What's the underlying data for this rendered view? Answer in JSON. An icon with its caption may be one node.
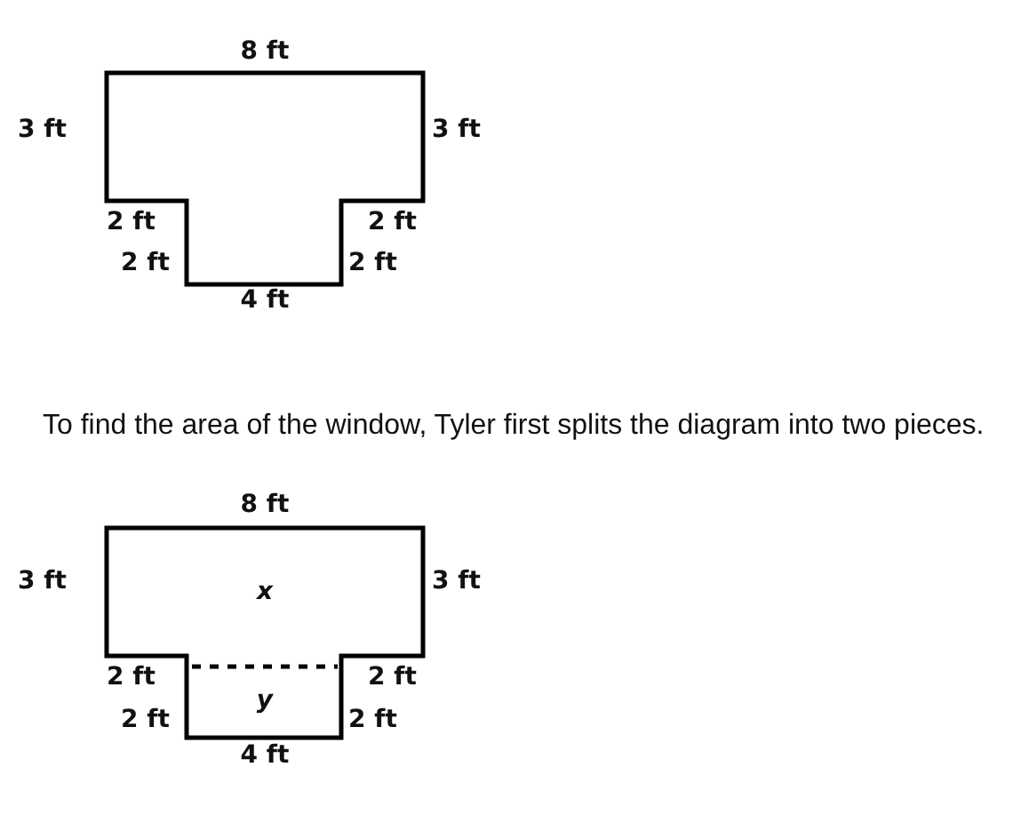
{
  "diagram": {
    "labels": [
      "8 ft",
      "3 ft",
      "3 ft",
      "2 ft",
      "2 ft",
      "2 ft",
      "2 ft",
      "4 ft",
      "To find the area of the window, Tyler first splits the diagram into two pieces.",
      "8 ft",
      "3 ft",
      "x",
      "3 ft",
      "2 ft",
      "2 ft",
      "y",
      "2 ft",
      "2 ft",
      "4 ft"
    ]
  }
}
